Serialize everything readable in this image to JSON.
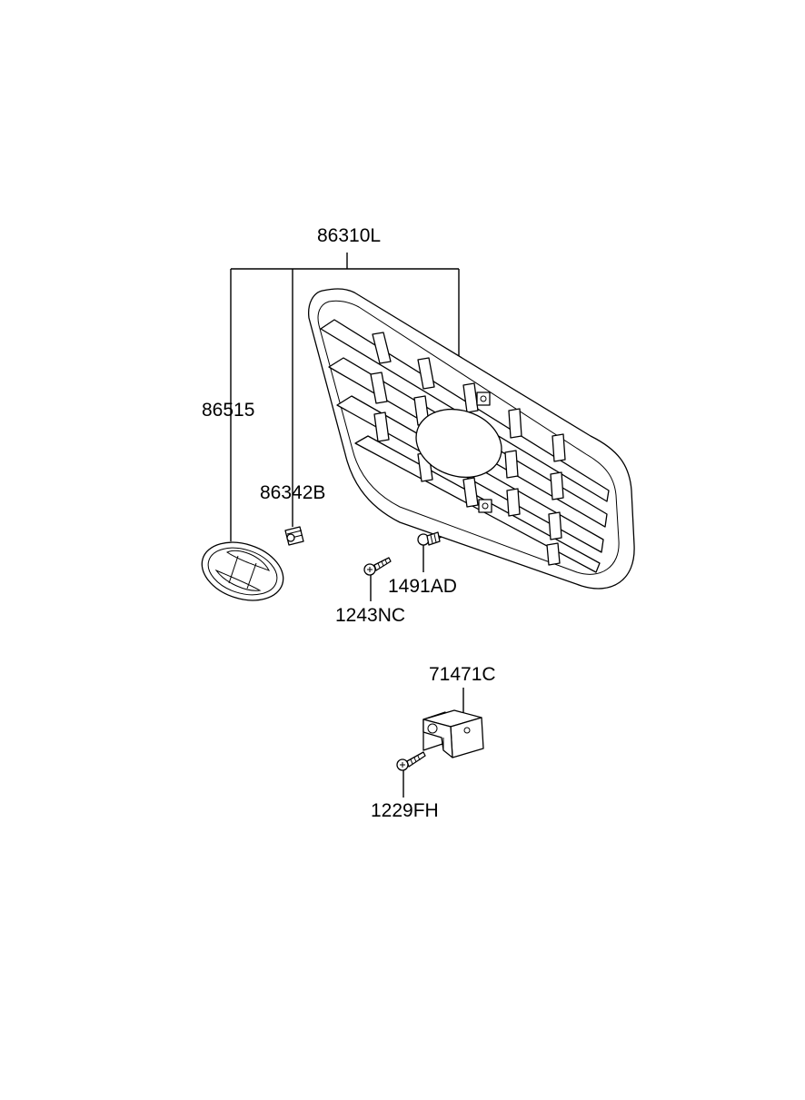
{
  "diagram": {
    "parts": {
      "grille_assembly": "86310L",
      "emblem": "86515",
      "clip": "86342B",
      "fastener": "1491AD",
      "screw_upper": "1243NC",
      "bracket": "71471C",
      "screw_lower": "1229FH"
    },
    "colors": {
      "line": "#000000",
      "background": "#ffffff"
    }
  }
}
